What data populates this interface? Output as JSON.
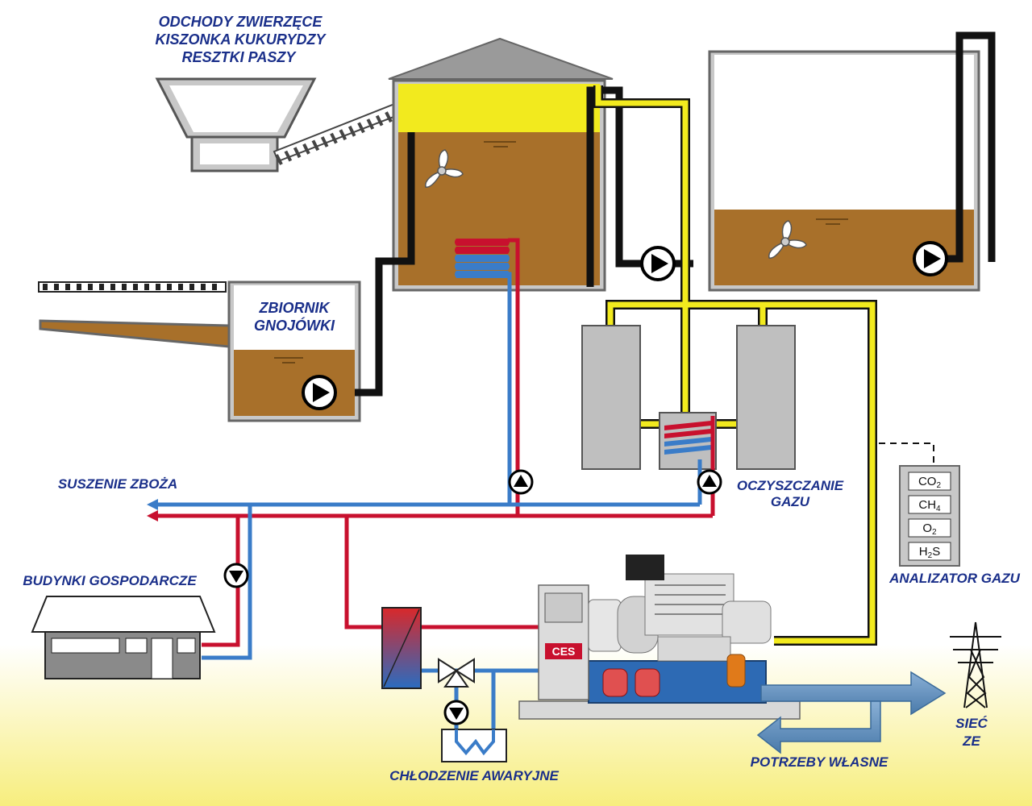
{
  "labels": {
    "feed_line1": "ODCHODY ZWIERZĘCE",
    "feed_line2": "KISZONKA KUKURYDZY",
    "feed_line3": "RESZTKI PASZY",
    "slurry_tank_line1": "ZBIORNIK",
    "slurry_tank_line2": "GNOJÓWKI",
    "grain_drying": "SUSZENIE ZBOŻA",
    "farm_buildings": "BUDYNKI GOSPODARCZE",
    "gas_cleaning_line1": "OCZYSZCZANIE",
    "gas_cleaning_line2": "GAZU",
    "gas_analyzer": "ANALIZATOR GAZU",
    "emergency_cooling": "CHŁODZENIE AWARYJNE",
    "own_needs": "POTRZEBY WŁASNE",
    "grid_line1": "SIEĆ",
    "grid_line2": "ZE",
    "engine_brand": "CES"
  },
  "analyzer_gases": [
    {
      "base": "CO",
      "sub": "2"
    },
    {
      "base": "CH",
      "sub": "4"
    },
    {
      "base": "O",
      "sub": "2"
    },
    {
      "base": "H",
      "sub": "2",
      "tail": "S"
    }
  ],
  "colors": {
    "digestate": "#a8702a",
    "biogas": "#f2ea1e",
    "hot_water": "#c8102e",
    "cold_water": "#3a7cc8",
    "electricity": "#6a9ac8",
    "label_text": "#1a2f8a",
    "gas_cleaning_unit": "#bfbfbf"
  }
}
